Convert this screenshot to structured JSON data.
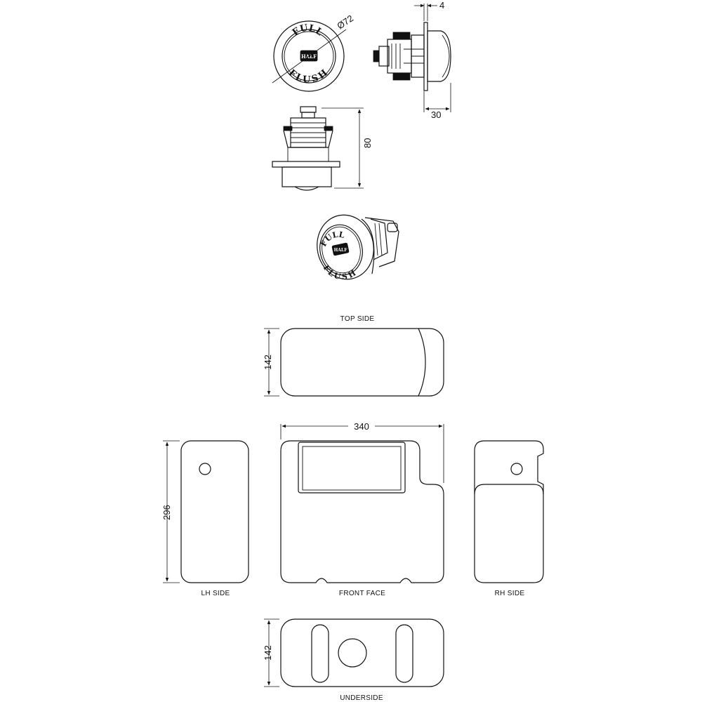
{
  "button": {
    "full_text": "FULL",
    "half_text": "HALF",
    "flush_text": "FLUSH",
    "dia_label": "Ø72",
    "plate_dim": "4",
    "depth_dim": "30",
    "height_dim": "80"
  },
  "cistern": {
    "top_label": "TOP SIDE",
    "lh_label": "LH SIDE",
    "front_label": "FRONT FACE",
    "rh_label": "RH SIDE",
    "under_label": "UNDERSIDE",
    "width_dim": "340",
    "height_dim": "296",
    "depth_top_dim": "142",
    "depth_under_dim": "142"
  }
}
